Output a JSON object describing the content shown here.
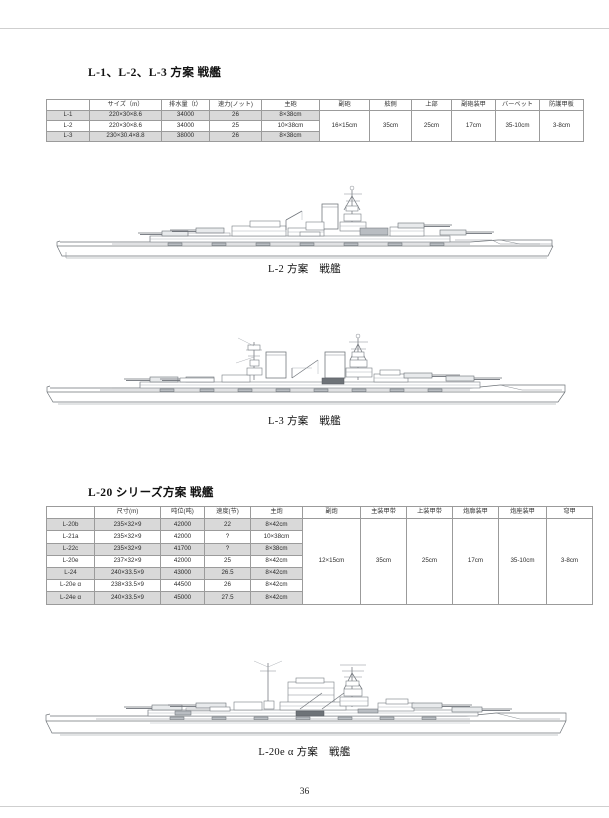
{
  "document": {
    "page_number": "36",
    "sections": [
      {
        "title": "L-1、L-2、L-3 方案  戦艦"
      },
      {
        "title": "L-20 シリーズ方案  戦艦"
      }
    ]
  },
  "table1": {
    "corner": "",
    "headers": [
      "",
      "サイズ（m）",
      "排水量（t）",
      "速力(ノット)",
      "主砲",
      "副砲",
      "舷側",
      "上部",
      "副砲装甲",
      "バーベット",
      "防護甲板"
    ],
    "rows": [
      {
        "name": "L-1",
        "size": "220×30×8.6",
        "displacement": "34000",
        "speed": "26",
        "main_gun": "8×38cm"
      },
      {
        "name": "L-2",
        "size": "220×30×8.6",
        "displacement": "34000",
        "speed": "25",
        "main_gun": "10×38cm"
      },
      {
        "name": "L-3",
        "size": "230×30.4×8.8",
        "displacement": "38000",
        "speed": "26",
        "main_gun": "8×38cm"
      }
    ],
    "shared": {
      "secondary_gun": "16×15cm",
      "belt": "35cm",
      "upper": "25cm",
      "secondary_armor": "17cm",
      "barbette": "35-10cm",
      "protective_deck": "3-8cm"
    }
  },
  "table2": {
    "corner": "",
    "headers": [
      "",
      "尺寸(m)",
      "吨位(吨)",
      "速度(节)",
      "主炮",
      "副炮",
      "主装甲带",
      "上装甲带",
      "炮廓装甲",
      "炮座装甲",
      "穹甲"
    ],
    "rows": [
      {
        "name": "L-20b",
        "size": "235×32×9",
        "displacement": "42000",
        "speed": "22",
        "main_gun": "8×42cm"
      },
      {
        "name": "L-21a",
        "size": "235×32×9",
        "displacement": "42000",
        "speed": "?",
        "main_gun": "10×38cm"
      },
      {
        "name": "L-22c",
        "size": "235×32×9",
        "displacement": "41700",
        "speed": "?",
        "main_gun": "8×38cm"
      },
      {
        "name": "L-20e",
        "size": "237×32×9",
        "displacement": "42000",
        "speed": "25",
        "main_gun": "8×42cm"
      },
      {
        "name": "L-24",
        "size": "240×33.5×9",
        "displacement": "43000",
        "speed": "26.5",
        "main_gun": "8×42cm"
      },
      {
        "name": "L-20e α",
        "size": "238×33.5×9",
        "displacement": "44500",
        "speed": "26",
        "main_gun": "8×42cm"
      },
      {
        "name": "L-24e α",
        "size": "240×33.5×9",
        "displacement": "45000",
        "speed": "27.5",
        "main_gun": "8×42cm"
      }
    ],
    "shared": {
      "secondary_gun": "12×15cm",
      "main_belt": "35cm",
      "upper_belt": "25cm",
      "casemate_armor": "17cm",
      "barbette_armor": "35-10cm",
      "armor_deck": "3-8cm"
    }
  },
  "figures": [
    {
      "caption": "L-2 方案　戦艦",
      "alt": "L-2 battleship design profile drawing"
    },
    {
      "caption": "L-3 方案　戦艦",
      "alt": "L-3 battleship design profile drawing"
    },
    {
      "caption": "L-20e α 方案　戦艦",
      "alt": "L-20e alpha battleship design profile drawing"
    }
  ]
}
